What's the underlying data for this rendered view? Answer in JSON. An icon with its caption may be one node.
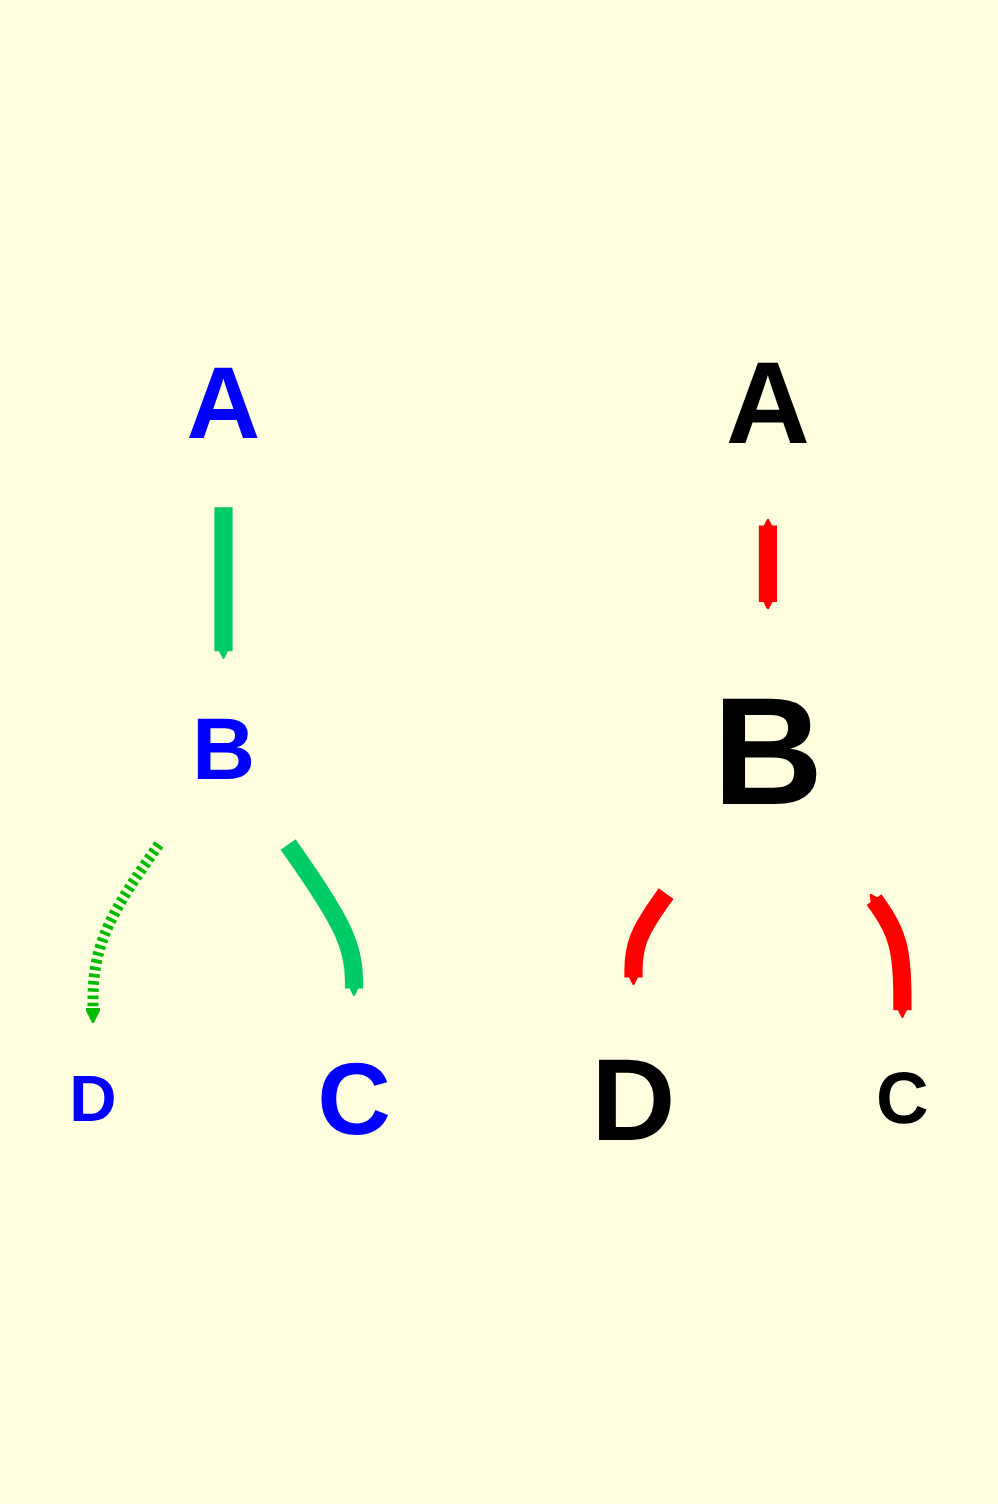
{
  "diagram": {
    "nodes": [
      {
        "text": [
          "A"
        ]
      },
      {
        "text": [
          "A"
        ]
      },
      {
        "text": [
          "B"
        ]
      },
      {
        "text": [
          "B"
        ]
      },
      {
        "text": [
          "D"
        ]
      },
      {
        "text": [
          "D"
        ]
      },
      {
        "text": [
          "C"
        ]
      },
      {
        "text": [
          "C"
        ]
      }
    ],
    "edges": [
      {
        "from": 0,
        "to": 2,
        "arrow": "to",
        "color": "#00cc66"
      },
      {
        "from": 1,
        "to": 3,
        "arrow": "both",
        "color": "#ff0000"
      },
      {
        "from": 2,
        "to": 4,
        "arrow": "to",
        "style": "dashed",
        "color": "#00bb00"
      },
      {
        "from": 3,
        "to": 5,
        "arrow": "to",
        "color": "#ff0000"
      },
      {
        "from": 2,
        "to": 6,
        "arrow": "to",
        "color": "#00cc66"
      },
      {
        "from": 3,
        "to": 7,
        "arrow": "both",
        "color": "#ff0000"
      }
    ]
  }
}
